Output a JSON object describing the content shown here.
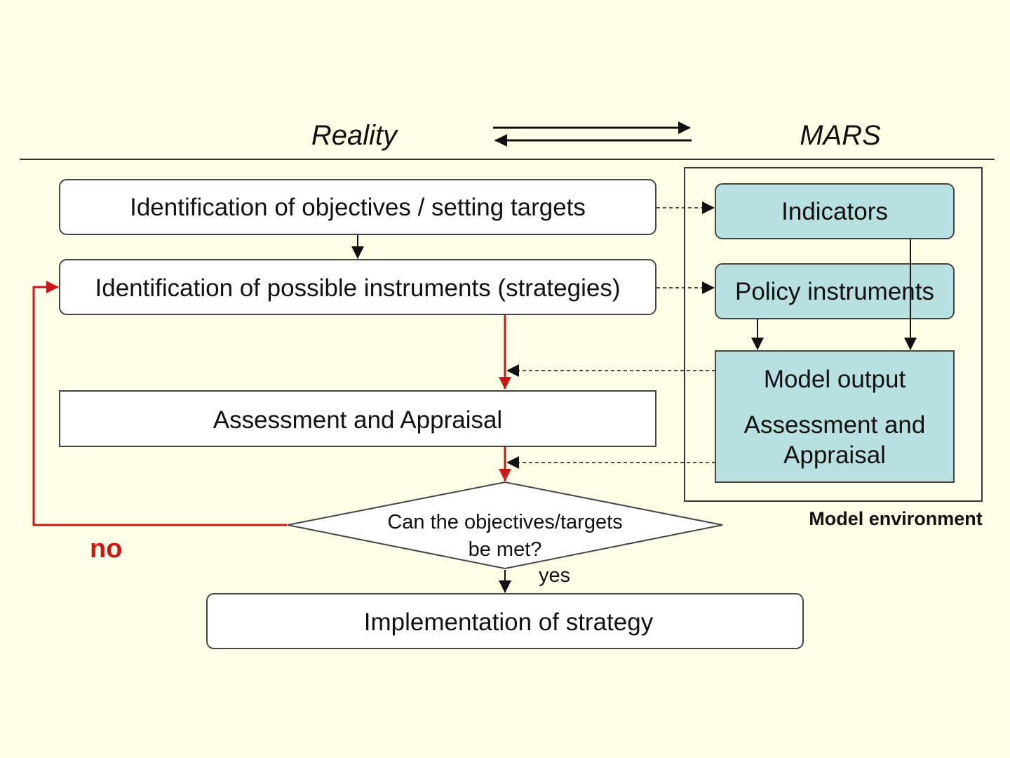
{
  "header": {
    "reality": "Reality",
    "mars": "MARS"
  },
  "process": {
    "objectives": "Identification of objectives / setting targets",
    "instruments": "Identification of possible instruments (strategies)",
    "assessment": "Assessment and Appraisal",
    "decision_line1": "Can the objectives/targets",
    "decision_line2": "be met?",
    "implementation": "Implementation of strategy",
    "yes_label": "yes",
    "no_label": "no"
  },
  "model": {
    "indicators": "Indicators",
    "policy_instruments": "Policy instruments",
    "model_output": "Model output",
    "model_assessment_line1": "Assessment and",
    "model_assessment_line2": "Appraisal",
    "environment_label": "Model environment"
  },
  "colors": {
    "background": "#ffffe8",
    "model_box_fill": "#b8e0e0",
    "feedback_red": "#c81818",
    "line": "#111111"
  }
}
